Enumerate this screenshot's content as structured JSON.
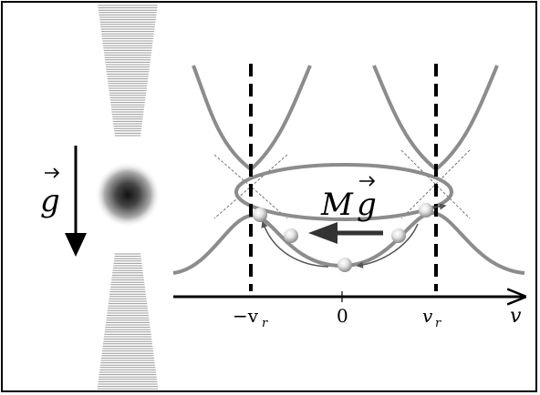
{
  "labels": {
    "gravity": "g",
    "force_mass": "M",
    "force_g": "g",
    "axis_variable": "v",
    "tick_neg_main": "−v",
    "tick_neg_sub": "r",
    "tick_zero": "0",
    "tick_pos_main": "v",
    "tick_pos_sub": "r"
  },
  "colors": {
    "curve": "#8c8c8c",
    "dashed": "#000000",
    "axis": "#000000",
    "arrow": "#333333",
    "beam": "#9a9a9a"
  },
  "icons": {
    "gravity_arrow": "down-arrow-icon",
    "force_arrow": "left-arrow-icon",
    "atom": "sphere-icon"
  }
}
